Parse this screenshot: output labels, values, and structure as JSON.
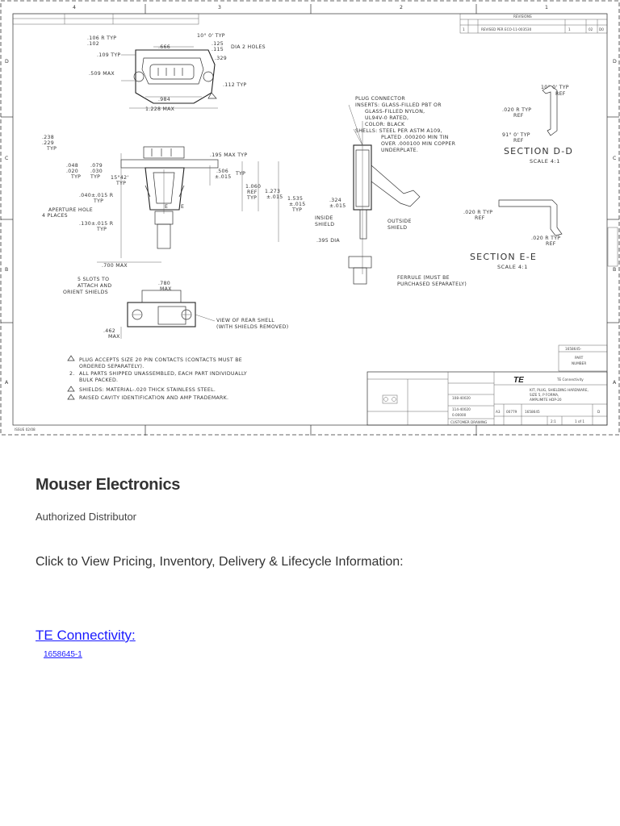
{
  "drawing": {
    "zones_top": [
      "4",
      "3",
      "2",
      "1"
    ],
    "zones_side": [
      "D",
      "C",
      "B",
      "A"
    ],
    "revisions": {
      "title": "REVISIONS",
      "row": [
        "1",
        "REVISED PER ECO-11-003530",
        "1",
        "02",
        "D0"
      ]
    },
    "top_dims": [
      ".106 R TYP",
      ".102",
      ".666",
      "10° 0' TYP",
      ".125",
      ".115",
      "DIA 2 HOLES",
      ".329",
      ".109 TYP",
      ".509 MAX",
      ".112 TYP",
      ".984",
      "1.228 MAX"
    ],
    "mid_dims": [
      ".238",
      ".229",
      "TYP",
      ".195 MAX TYP",
      ".048",
      ".020",
      "TYP",
      ".079",
      ".030",
      "TYP",
      "15°42'",
      "TYP",
      ".506",
      "±.015",
      "TYP",
      "1.060",
      "REF",
      "1.273",
      "±.015",
      "TYP",
      "1.535",
      "±.015",
      "TYP",
      ".040±.015 R",
      "TYP",
      "APERTURE HOLE",
      "4 PLACES",
      ".130±.015 R",
      "TYP",
      ".700 MAX"
    ],
    "plug_notes": [
      "PLUG CONNECTOR",
      "INSERTS: GLASS-FILLED PBT OR",
      "GLASS-FILLED NYLON,",
      "UL94V-0 RATED,",
      "COLOR: BLACK",
      "SHELLS: STEEL PER ASTM A109,",
      "PLATED .000200 MIN TIN",
      "OVER .000100 MIN COPPER",
      "UNDERPLATE."
    ],
    "side_dims": [
      ".324",
      "±.015",
      "INSIDE",
      "SHIELD",
      "OUTSIDE",
      "SHIELD",
      ".395 DIA",
      "FERRULE (MUST BE",
      "PURCHASED SEPARATELY)"
    ],
    "section_dd": {
      "dims": [
        "10° 0' TYP",
        "REF",
        ".020 R TYP",
        "REF",
        "91° 0' TYP",
        "REF"
      ],
      "title": "SECTION D-D",
      "scale": "SCALE 4:1"
    },
    "section_ee": {
      "dims": [
        ".020 R TYP",
        "REF",
        ".020 R TYP",
        "REF"
      ],
      "title": "SECTION E-E",
      "scale": "SCALE 4:1"
    },
    "rear_view": {
      "dims": [
        "5 SLOTS TO",
        "ATTACH AND",
        "ORIENT SHIELDS",
        ".780",
        "MAX",
        ".462",
        "MAX"
      ],
      "label": [
        "VIEW OF REAR SHELL",
        "(WITH SHIELDS REMOVED)"
      ]
    },
    "notes": [
      "PLUG ACCEPTS SIZE 20 PIN CONTACTS (CONTACTS MUST BE",
      "ORDERED SEPARATELY).",
      "ALL PARTS SHIPPED UNASSEMBLED, EACH PART INDIVIDUALLY",
      "BULK PACKED.",
      "SHIELDS: MATERIAL-.020 THICK STAINLESS STEEL.",
      "RAISED CAVITY IDENTIFICATION AND AMP TRADEMARK."
    ],
    "part_box": {
      "number": "1658645-",
      "label1": "PART",
      "label2": "NUMBER"
    },
    "title_block": {
      "brand": "TE",
      "brand_sub": "TE Connectivity",
      "title_lines": [
        "KIT, PLUG, SHIELDING HARDWARE,",
        "SIZE 5, P FORMA,",
        "AMPLIMITE HDP-20"
      ],
      "dwg_numbers": [
        "108-40020",
        "114-40020"
      ],
      "tolerance": "0.00000",
      "size": "A3",
      "cage": "00779",
      "dwg_no": "1658645",
      "scale": "2:1",
      "sheet": "1 of 1",
      "rev": "D",
      "customer_drawing": "CUSTOMER DRAWING"
    },
    "corner_text": "ISSUE 02/08"
  },
  "mouser": {
    "brand": "Mouser Electronics",
    "subtitle": "Authorized Distributor",
    "cta": "Click to View Pricing, Inventory, Delivery & Lifecycle Information:",
    "manufacturer": "TE Connectivity:",
    "part": "1658645-1"
  },
  "colors": {
    "link": "#1a1aff",
    "ink": "#333333"
  }
}
